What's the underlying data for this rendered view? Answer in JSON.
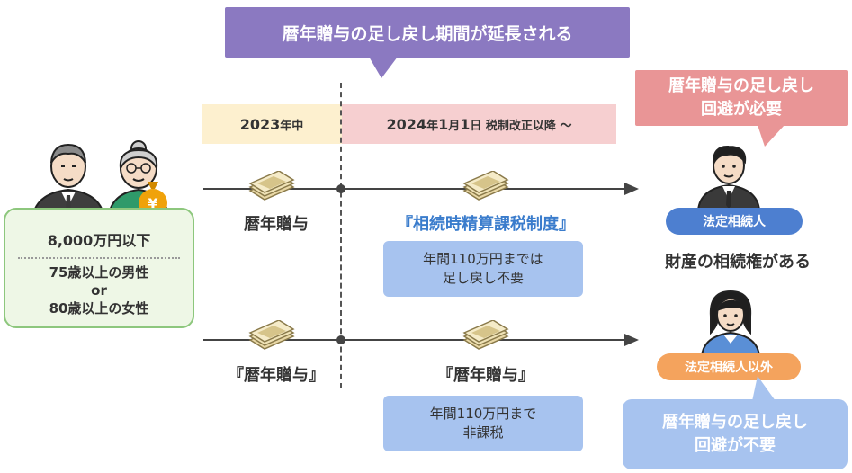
{
  "banner": {
    "title": "暦年贈与の足し戻し期間が延長される"
  },
  "periods": {
    "before": {
      "year": "2023",
      "suffix": "年中"
    },
    "after": {
      "year": "2024",
      "nen": "年",
      "month": "1",
      "gatsu": "月",
      "day": "1",
      "hi": "日",
      "rest": " 税制改正以降 〜"
    }
  },
  "grantor": {
    "asset": "8,000万円以下",
    "condition_line1": "75歳以上の男性",
    "condition_line2": "or",
    "condition_line3": "80歳以上の女性"
  },
  "upper_track": {
    "left_label": "暦年贈与",
    "right_label": "『相続時精算課税制度』",
    "note_line1": "年間110万円までは",
    "note_line2": "足し戻し不要"
  },
  "lower_track": {
    "left_label": "『暦年贈与』",
    "right_label": "『暦年贈与』",
    "note_line1": "年間110万円まで",
    "note_line2": "非課税"
  },
  "heirs": {
    "legal": {
      "callout_line1": "暦年贈与の足し戻し",
      "callout_line2": "回避が必要",
      "badge": "法定相続人",
      "rights": "財産の相続権がある"
    },
    "non_legal": {
      "badge": "法定相続人以外",
      "callout_line1": "暦年贈与の足し戻し",
      "callout_line2": "回避が不要"
    }
  },
  "icons": {
    "money_bag": "money-bag-icon",
    "banknotes": "banknote-stack-icon",
    "yen_symbol": "¥"
  },
  "colors": {
    "banner": "#8b79c1",
    "period_2023": "#fdf0cf",
    "period_2024": "#f6cfd0",
    "grantor_border": "#8dc77d",
    "callout_pink": "#e99596",
    "callout_blue": "#a7c3ef",
    "badge_legal": "#4d7fd0",
    "badge_other": "#f4a35d",
    "highlight_text": "#3a7ccc"
  }
}
